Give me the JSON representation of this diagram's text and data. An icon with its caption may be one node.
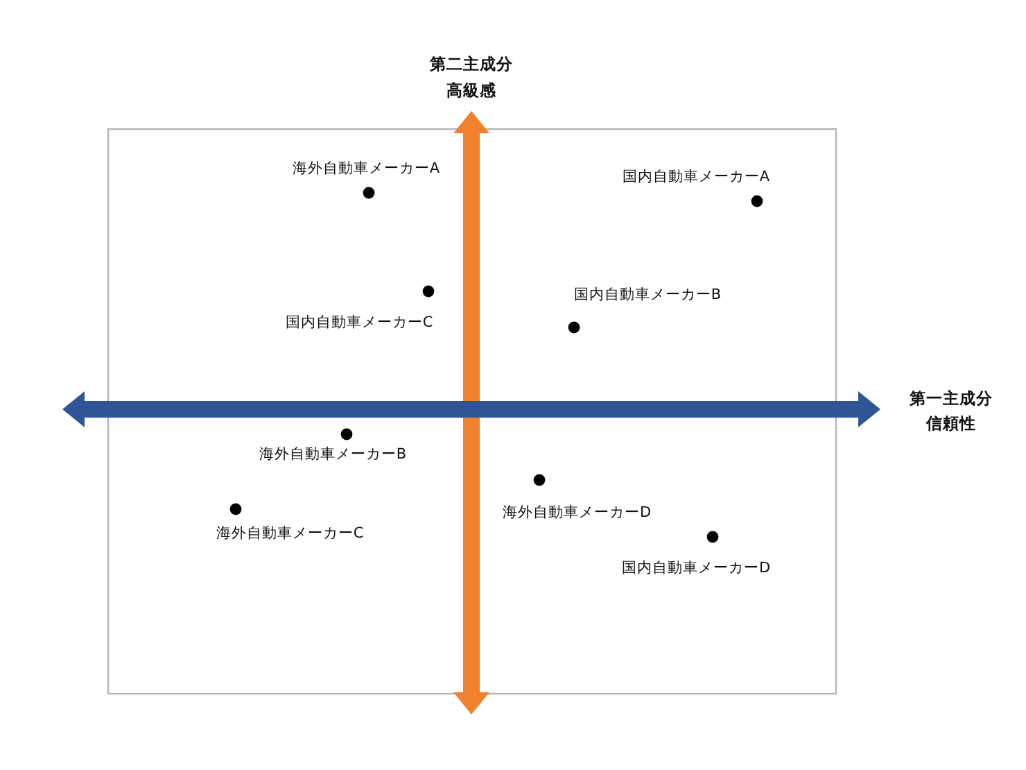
{
  "diagram": {
    "labels": [
      "第二主成分",
      "高級感",
      "海外自動車メーカーA",
      "国内自動車メーカーA",
      "国内自動車メーカーB",
      "国内自動車メーカーC",
      "第一主成分",
      "信頼性",
      "海外自動車メーカーB",
      "海外自動車メーカーD",
      "海外自動車メーカーC",
      "国内自動車メーカーD"
    ]
  }
}
